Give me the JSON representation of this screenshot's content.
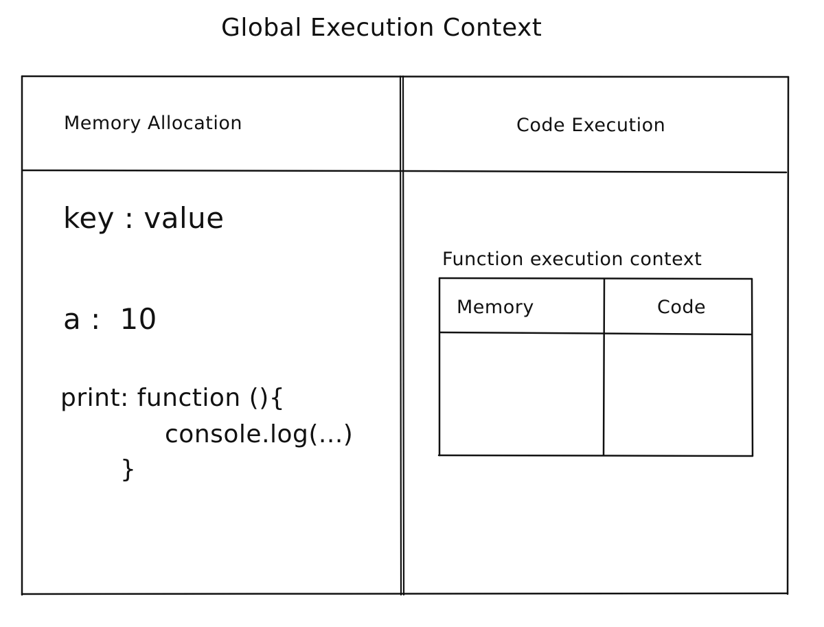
{
  "title": "Global Execution Context",
  "memory_panel": {
    "header": "Memory Allocation",
    "entries": [
      "key : value",
      "a :  10"
    ],
    "function_entry": {
      "line1": "print: function (){",
      "line2": "console.log(...)",
      "line3": "}"
    }
  },
  "code_panel": {
    "header": "Code Execution",
    "function_context": {
      "title": "Function execution context",
      "memory_header": "Memory",
      "code_header": "Code"
    }
  }
}
